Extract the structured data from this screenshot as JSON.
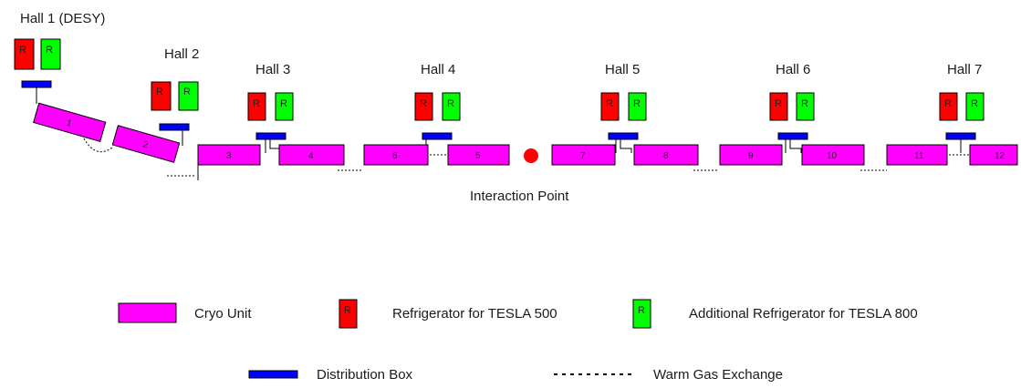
{
  "halls": [
    {
      "id": "hall1",
      "label": "Hall 1 (DESY)",
      "refrigerator_letters": [
        "R",
        "R"
      ]
    },
    {
      "id": "hall2",
      "label": "Hall 2",
      "refrigerator_letters": [
        "R",
        "R"
      ]
    },
    {
      "id": "hall3",
      "label": "Hall 3",
      "refrigerator_letters": [
        "R",
        "R"
      ]
    },
    {
      "id": "hall4",
      "label": "Hall 4",
      "refrigerator_letters": [
        "R",
        "R"
      ]
    },
    {
      "id": "hall5",
      "label": "Hall 5",
      "refrigerator_letters": [
        "R",
        "R"
      ]
    },
    {
      "id": "hall6",
      "label": "Hall 6",
      "refrigerator_letters": [
        "R",
        "R"
      ]
    },
    {
      "id": "hall7",
      "label": "Hall 7",
      "refrigerator_letters": [
        "R",
        "R"
      ]
    }
  ],
  "cryo_units": [
    "1",
    "2",
    "3",
    "4",
    "6",
    "5",
    "7",
    "8",
    "9",
    "10",
    "11",
    "12"
  ],
  "interaction_point_label": "Interaction Point",
  "colors": {
    "cryo_unit": "#ff00ff",
    "refrigerator_500": "#ff0000",
    "refrigerator_800": "#00ff00",
    "distribution_box": "#0000ff",
    "interaction_point": "#ff0000"
  },
  "legend": {
    "cryo_unit": "Cryo Unit",
    "refrigerator": "Refrigerator for TESLA 500",
    "additional_refrigerator": "Additional Refrigerator for TESLA 800",
    "distribution_box": "Distribution Box",
    "warm_gas": "Warm Gas Exchange",
    "refrigerator_letter": "R"
  }
}
